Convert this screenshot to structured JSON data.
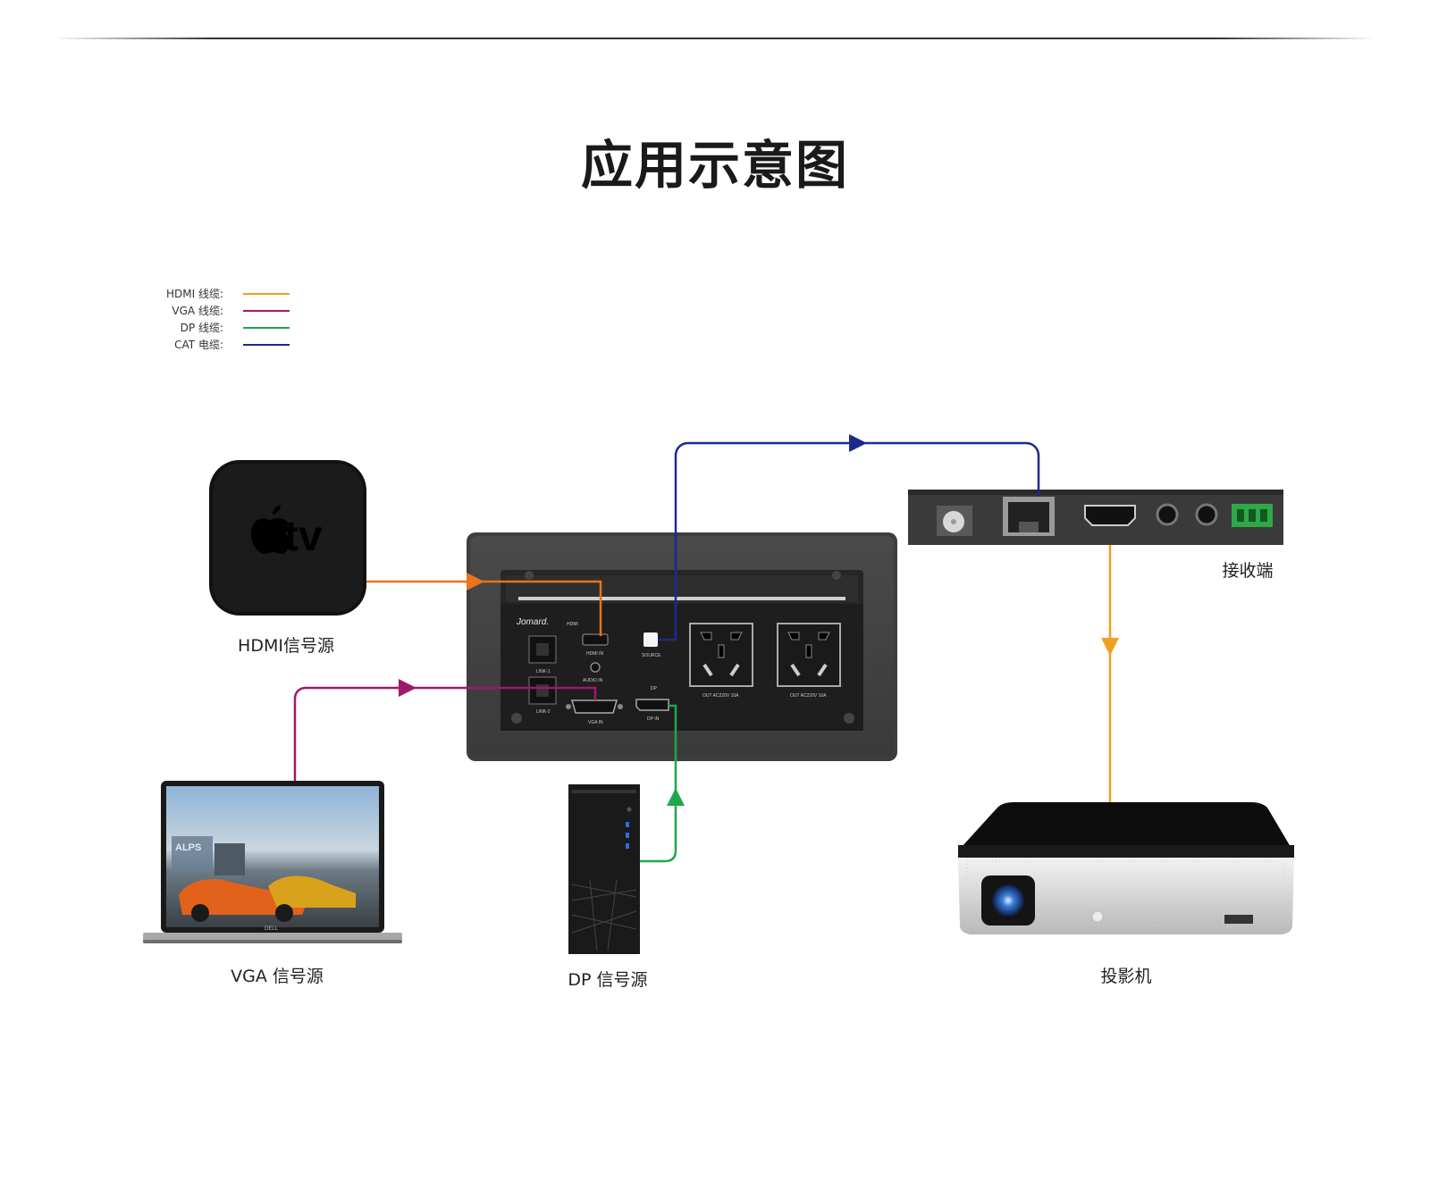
{
  "title": "应用示意图",
  "legend": [
    {
      "label": "HDMI 线缆:",
      "color": "#f0a020"
    },
    {
      "label": "VGA 线缆:",
      "color": "#a0186e"
    },
    {
      "label": "DP 线缆:",
      "color": "#1ea84a"
    },
    {
      "label": "CAT 电缆:",
      "color": "#1c2a8c"
    }
  ],
  "devices": {
    "hdmi_source": {
      "label": "HDMI信号源",
      "logo": "tv"
    },
    "vga_source": {
      "label": "VGA 信号源",
      "brand": "DELL",
      "screen_text": "ALPS"
    },
    "dp_source": {
      "label": "DP 信号源"
    },
    "receiver": {
      "label": "接收端"
    },
    "projector": {
      "label": "投影机"
    }
  },
  "panel": {
    "brand": "Jomard.",
    "ports": {
      "hdmi_top": "HDMI",
      "hdmi_in": "HDMI IN",
      "source": "SOURCE",
      "link1": "LINK-1",
      "link2": "LINK-2",
      "audio_in": "AUDIO IN",
      "vga_in": "VGA IN",
      "dp_top": "DP",
      "dp_in": "DP IN",
      "outlet1": "OUT AC220V 10A",
      "outlet2": "OUT AC220V 10A"
    }
  },
  "cable_colors": {
    "hdmi_apple": "#e8741c",
    "hdmi_projector": "#f0a020",
    "vga": "#a0186e",
    "dp": "#1ea84a",
    "cat": "#1c2a8c"
  }
}
